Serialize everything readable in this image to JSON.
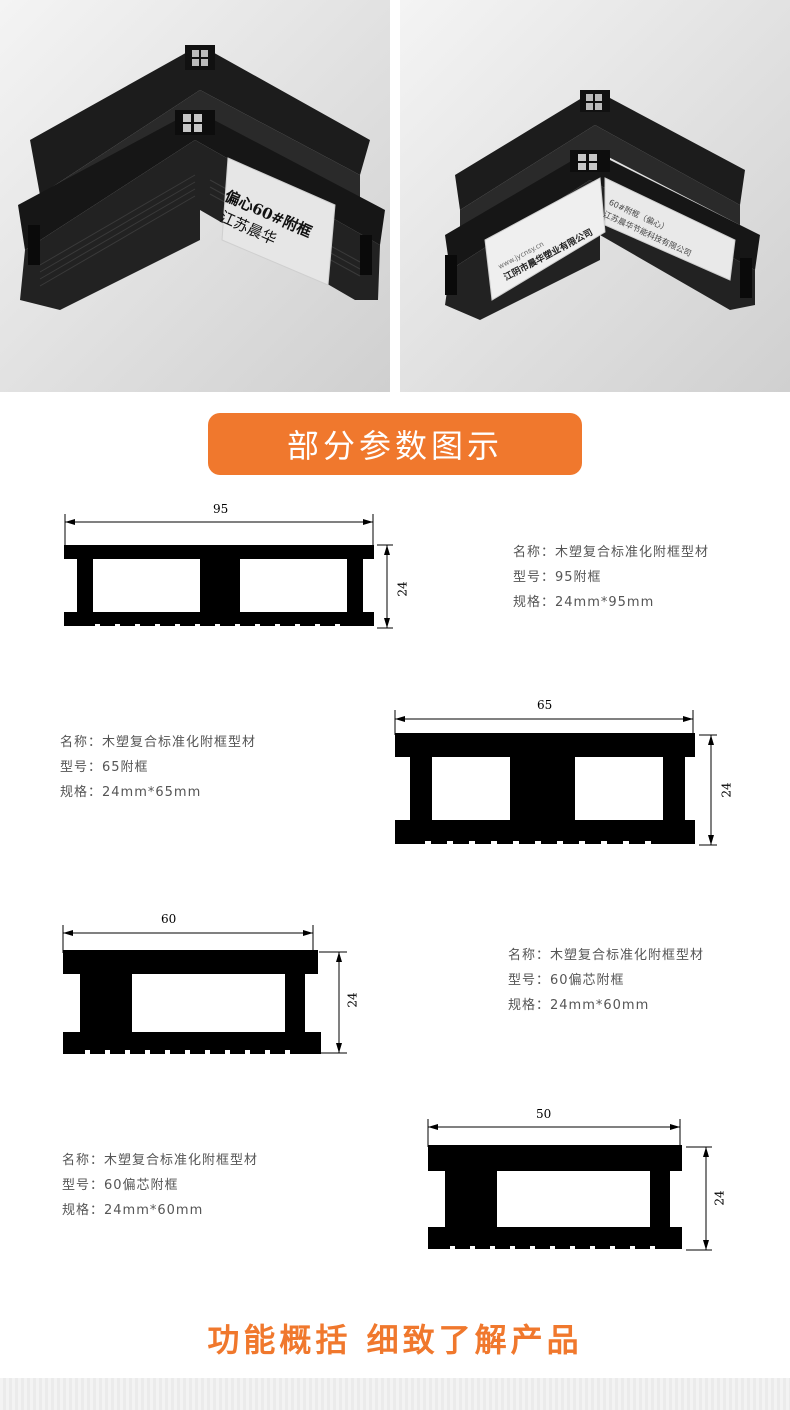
{
  "photos": {
    "left_label_line1": "偏心60#附框",
    "left_label_line2": "江苏晨华",
    "right_label_line1": "江阴市晨华塑业有限公司",
    "right_label_line2": "60#附框（偏心）",
    "right_label_line3": "江苏晨华节能科技有限公司",
    "right_label_small": "www.jycnsy.cn"
  },
  "section_title": "部分参数图示",
  "drawings": [
    {
      "width_label": "95",
      "height_label": "24"
    },
    {
      "width_label": "65",
      "height_label": "24"
    },
    {
      "width_label": "60",
      "height_label": "24"
    },
    {
      "width_label": "50",
      "height_label": "24"
    }
  ],
  "specs": [
    {
      "name": "名称：木塑复合标准化附框型材",
      "model": "型号：95附框",
      "size": "规格：24mm*95mm"
    },
    {
      "name": "名称：木塑复合标准化附框型材",
      "model": "型号：65附框",
      "size": "规格：24mm*65mm"
    },
    {
      "name": "名称：木塑复合标准化附框型材",
      "model": "型号：60偏芯附框",
      "size": "规格：24mm*60mm"
    },
    {
      "name": "名称：木塑复合标准化附框型材",
      "model": "型号：60偏芯附框",
      "size": "规格：24mm*60mm"
    }
  ],
  "footer_title": "功能概括 细致了解产品"
}
